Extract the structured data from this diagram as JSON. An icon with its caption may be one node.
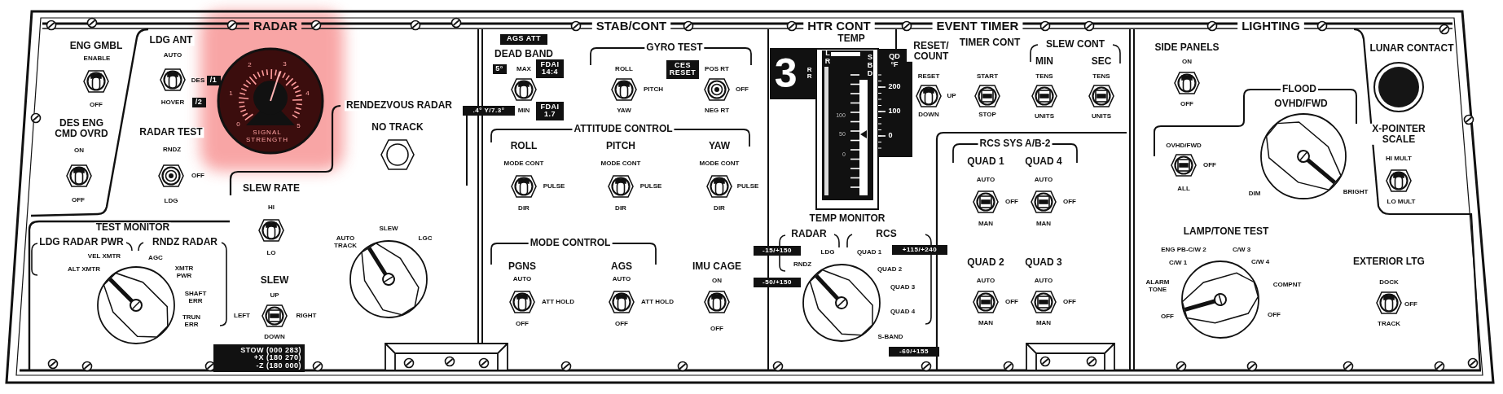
{
  "diagram": {
    "nodes": [
      {
        "text": [
          "/1"
        ]
      },
      {
        "text": [
          "/2"
        ]
      },
      {
        "text": [
          "STOW (000 283)",
          "+X (180 270)",
          "-Z (180 000)"
        ]
      },
      {
        "text": [
          "AGS ATT"
        ]
      },
      {
        "text": [
          "5°"
        ]
      },
      {
        "text": [
          "FDAI 14:4"
        ]
      },
      {
        "text": [
          ".4° Y/7.3°"
        ]
      },
      {
        "text": [
          "FDAI 1.7"
        ]
      },
      {
        "text": [
          "CES RESET"
        ]
      },
      {
        "text": [
          "3",
          "R R"
        ]
      },
      {
        "text": [
          "-15/+150"
        ]
      },
      {
        "text": [
          "-50/+150"
        ]
      },
      {
        "text": [
          "+115/+240"
        ]
      },
      {
        "text": [
          "-60/+155"
        ]
      }
    ],
    "labels": [
      "RADAR",
      "STAB/CONT",
      "HTR CONT",
      "EVENT TIMER",
      "LIGHTING",
      "ENG GMBL",
      "ENABLE",
      "OFF",
      "DES ENG CMD OVRD",
      "ON",
      "OFF",
      "LDG ANT",
      "AUTO",
      "DES",
      "HOVER",
      "RADAR TEST",
      "RNDZ",
      "OFF",
      "LDG",
      "TEST MONITOR",
      "LDG RADAR PWR",
      "RNDZ RADAR",
      "VEL XMTR",
      "ALT XMTR",
      "AGC",
      "XMTR PWR",
      "SHAFT ERR",
      "TRUN ERR",
      "1",
      "2",
      "3",
      "4",
      "5",
      "0",
      "SIGNAL STRENGTH",
      "RENDEZVOUS RADAR",
      "NO TRACK",
      "SLEW RATE",
      "HI",
      "LO",
      "SLEW",
      "UP",
      "LEFT",
      "RIGHT",
      "DOWN",
      "AUTO TRACK",
      "SLEW",
      "LGC",
      "DEAD BAND",
      "MAX",
      "MIN",
      "GYRO TEST",
      "ROLL",
      "PITCH",
      "YAW",
      "POS RT",
      "OFF",
      "NEG RT",
      "ATTITUDE CONTROL",
      "ROLL",
      "PITCH",
      "YAW",
      "MODE CONT",
      "PULSE",
      "DIR",
      "MODE CONT",
      "PULSE",
      "DIR",
      "MODE CONT",
      "PULSE",
      "DIR",
      "MODE CONTROL",
      "PGNS",
      "AUTO",
      "ATT HOLD",
      "OFF",
      "AGS",
      "AUTO",
      "ATT HOLD",
      "OFF",
      "IMU CAGE",
      "ON",
      "OFF",
      "TEMP",
      "L R",
      "S B D",
      "QD °F",
      "200",
      "100",
      "0",
      "100",
      "50",
      "0",
      "TEMP MONITOR",
      "RADAR",
      "RCS",
      "LDG",
      "RNDZ",
      "QUAD 1",
      "QUAD 2",
      "QUAD 3",
      "QUAD 4",
      "S-BAND",
      "RESET/ COUNT",
      "TIMER CONT",
      "RESET",
      "UP",
      "DOWN",
      "START",
      "STOP",
      "SLEW CONT",
      "MIN",
      "SEC",
      "TENS",
      "UNITS",
      "TENS",
      "UNITS",
      "RCS SYS A/B-2",
      "QUAD 1",
      "AUTO",
      "OFF",
      "MAN",
      "QUAD 4",
      "AUTO",
      "OFF",
      "MAN",
      "QUAD 2",
      "AUTO",
      "OFF",
      "MAN",
      "QUAD 3",
      "AUTO",
      "OFF",
      "MAN",
      "SIDE PANELS",
      "ON",
      "OFF",
      "FLOOD",
      "OVHD/FWD",
      "OFF",
      "ALL",
      "OVHD/FWD",
      "DIM",
      "BRIGHT",
      "LAMP/TONE TEST",
      "ENG PB-C/W 2",
      "C/W 3",
      "C/W 1",
      "C/W 4",
      "ALARM TONE",
      "COMPNT",
      "OFF",
      "OFF",
      "LUNAR CONTACT",
      "X-POINTER SCALE",
      "HI MULT",
      "LO MULT",
      "EXTERIOR LTG",
      "DOCK",
      "OFF",
      "TRACK"
    ]
  }
}
